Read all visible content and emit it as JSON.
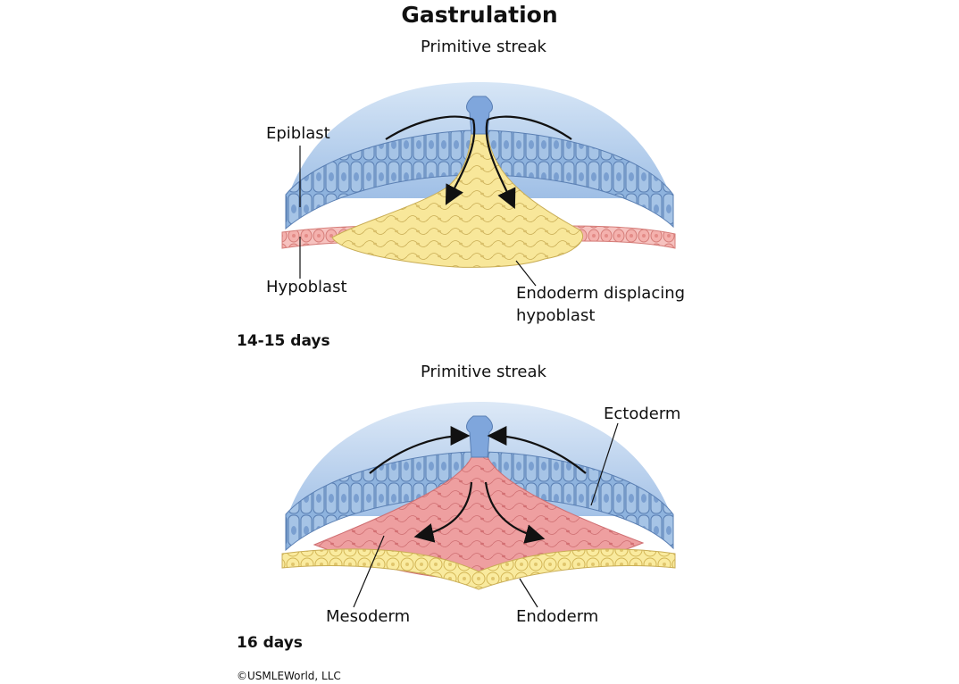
{
  "title": "Gastrulation",
  "panel_top": {
    "primitive_streak": "Primitive streak",
    "epiblast": "Epiblast",
    "hypoblast": "Hypoblast",
    "endoderm_line1": "Endoderm displacing",
    "endoderm_line2": "hypoblast",
    "stage": "14-15 days"
  },
  "panel_bottom": {
    "primitive_streak": "Primitive streak",
    "ectoderm": "Ectoderm",
    "mesoderm": "Mesoderm",
    "endoderm": "Endoderm",
    "stage": "16 days"
  },
  "copyright": "USMLEWorld, LLC",
  "colors": {
    "amnion_blue": "#b9d3ee",
    "epiblast_blue": "#8db3de",
    "streak_blue": "#7fa6dc",
    "hypoblast_pink": "#f3b0ad",
    "endoderm_yellow": "#f8e79a",
    "mesoderm_pink": "#ee9b9c"
  }
}
